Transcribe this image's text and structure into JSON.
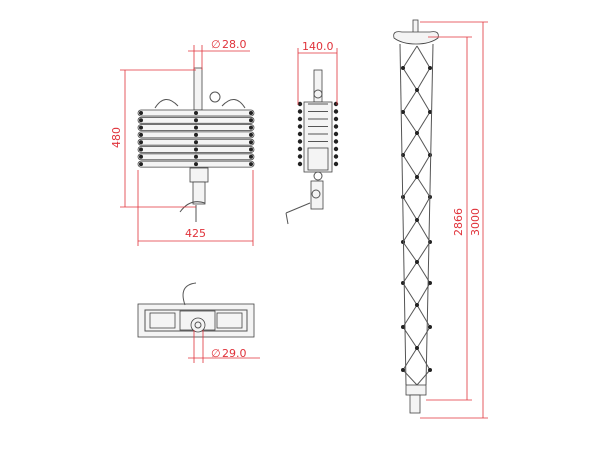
{
  "dimensions": {
    "front_pole_diameter": "28.0",
    "front_height": "480",
    "front_width": "425",
    "side_width": "140.0",
    "bottom_pole_diameter": "29.0",
    "extended_length_inner": "2866",
    "extended_length_total": "3000"
  },
  "symbols": {
    "diameter": "∅"
  },
  "colors": {
    "dimension": "#e0323a",
    "drawing": "#444444"
  }
}
